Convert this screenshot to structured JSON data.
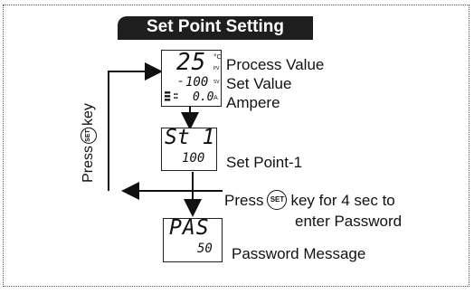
{
  "title": "Set Point Setting",
  "displays": [
    {
      "id": "run",
      "top_value": "25",
      "mid_value": "100",
      "bottom_value": "0.0",
      "unit_top": "°C",
      "unit_top2": "PV",
      "unit_mid": "SV",
      "unit_bottom": "A",
      "labels": [
        "Process Value",
        "Set Value",
        "Ampere"
      ]
    },
    {
      "id": "setpoint",
      "top_value": "St 1",
      "mid_value": "100",
      "label": "Set Point-1"
    },
    {
      "id": "password",
      "top_value": "PAS",
      "mid_value": "50",
      "label": "Password Message"
    }
  ],
  "side_label": {
    "prefix": "Press",
    "key": "SET",
    "suffix": "key"
  },
  "password_instruction": {
    "line1_prefix": "Press",
    "key": "SET",
    "line1_suffix": "key for 4 sec to",
    "line2": "enter Password"
  }
}
